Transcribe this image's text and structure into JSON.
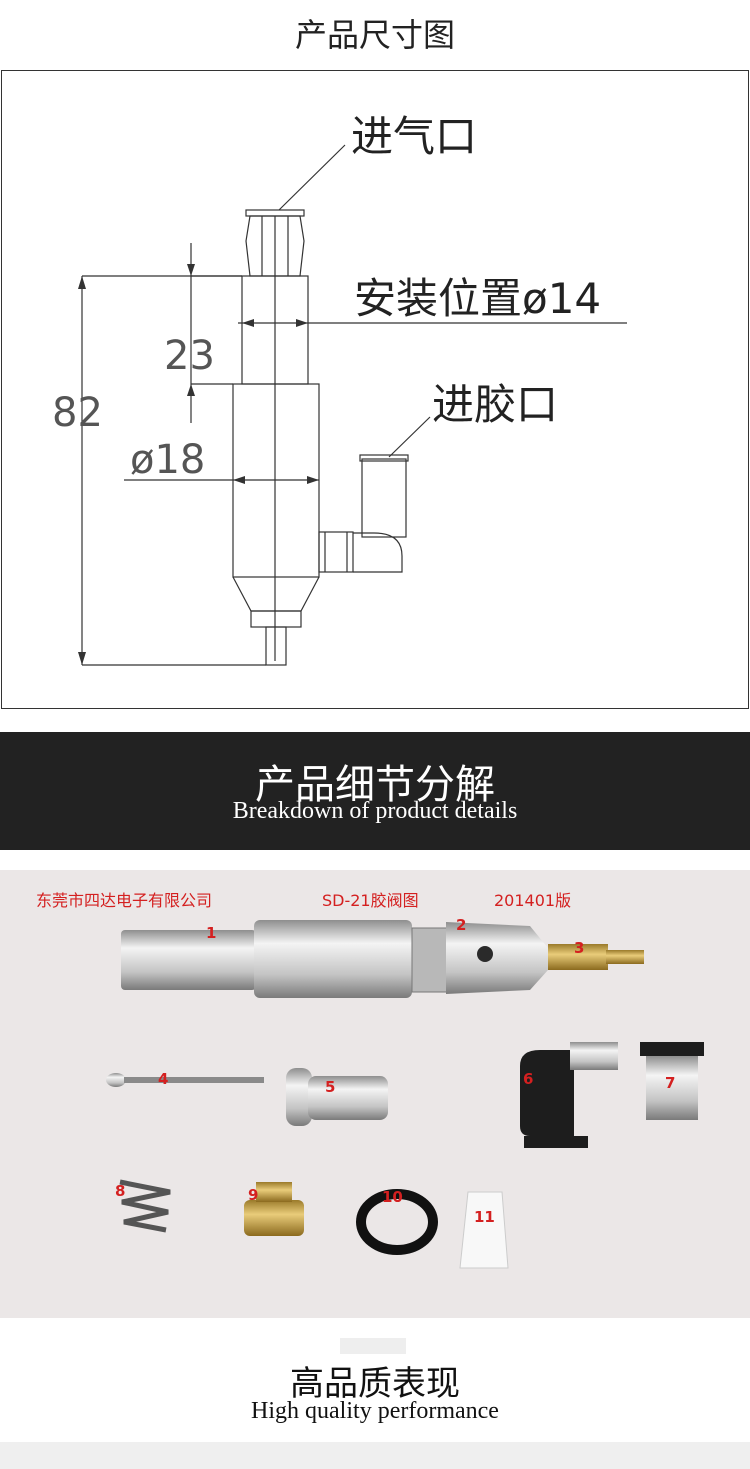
{
  "dimension_section": {
    "title": "产品尺寸图",
    "labels": {
      "air_inlet": "进气口",
      "mount_position": "安装位置ø14",
      "glue_inlet": "进胶口",
      "dim_23": "23",
      "dim_82": "82",
      "dim_18": "ø18"
    }
  },
  "breakdown_section": {
    "title": "产品细节分解",
    "subtitle": "Breakdown of product details"
  },
  "photo": {
    "header_company": "东莞市四达电子有限公司",
    "header_model": "SD-21胶阀图",
    "header_version": "201401版",
    "part_numbers": [
      "1",
      "2",
      "3",
      "4",
      "5",
      "6",
      "7",
      "8",
      "9",
      "10",
      "11"
    ]
  },
  "quality_section": {
    "title": "高品质表现",
    "subtitle": "High quality performance"
  },
  "colors": {
    "dark_band": "#222222",
    "photo_bg": "#ebe7e7",
    "label_red": "#d42020"
  }
}
